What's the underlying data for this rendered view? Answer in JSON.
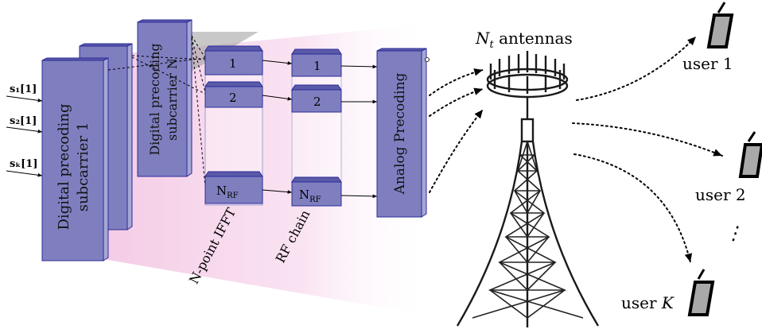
{
  "inputs": {
    "s1": "s₁[1]",
    "s2": "s₂[1]",
    "sK": "sₖ[1]"
  },
  "blocks": {
    "precoder_first": "Digital precoding subcarrier 1",
    "precoder_first_line1": "Digital precoding",
    "precoder_first_line2": "subcarrier 1",
    "precoder_last_line1": "Digital precoding",
    "precoder_last_line2": "subcarrier N",
    "analog": "Analog Precoding"
  },
  "ifft": {
    "row1": "1",
    "row2": "2",
    "rowN": "N",
    "rowN_sub": "RF",
    "label": "N-point IFFT"
  },
  "rf": {
    "row1": "1",
    "row2": "2",
    "rowN": "N",
    "rowN_sub": "RF",
    "label": "RF chain"
  },
  "antenna": {
    "label_var": "N",
    "label_sub": "t",
    "label_rest": " antennas"
  },
  "users": {
    "user1": "user 1",
    "user2": "user 2",
    "userK_prefix": "user ",
    "userK_var": "K",
    "dots": "⋮"
  },
  "colors": {
    "block_fill": "#7f7fc0",
    "block_edge": "#2b2b9a",
    "background_wedge": "#f7d7ec"
  },
  "icons": [
    "antenna-tower-icon",
    "phone-icon"
  ]
}
